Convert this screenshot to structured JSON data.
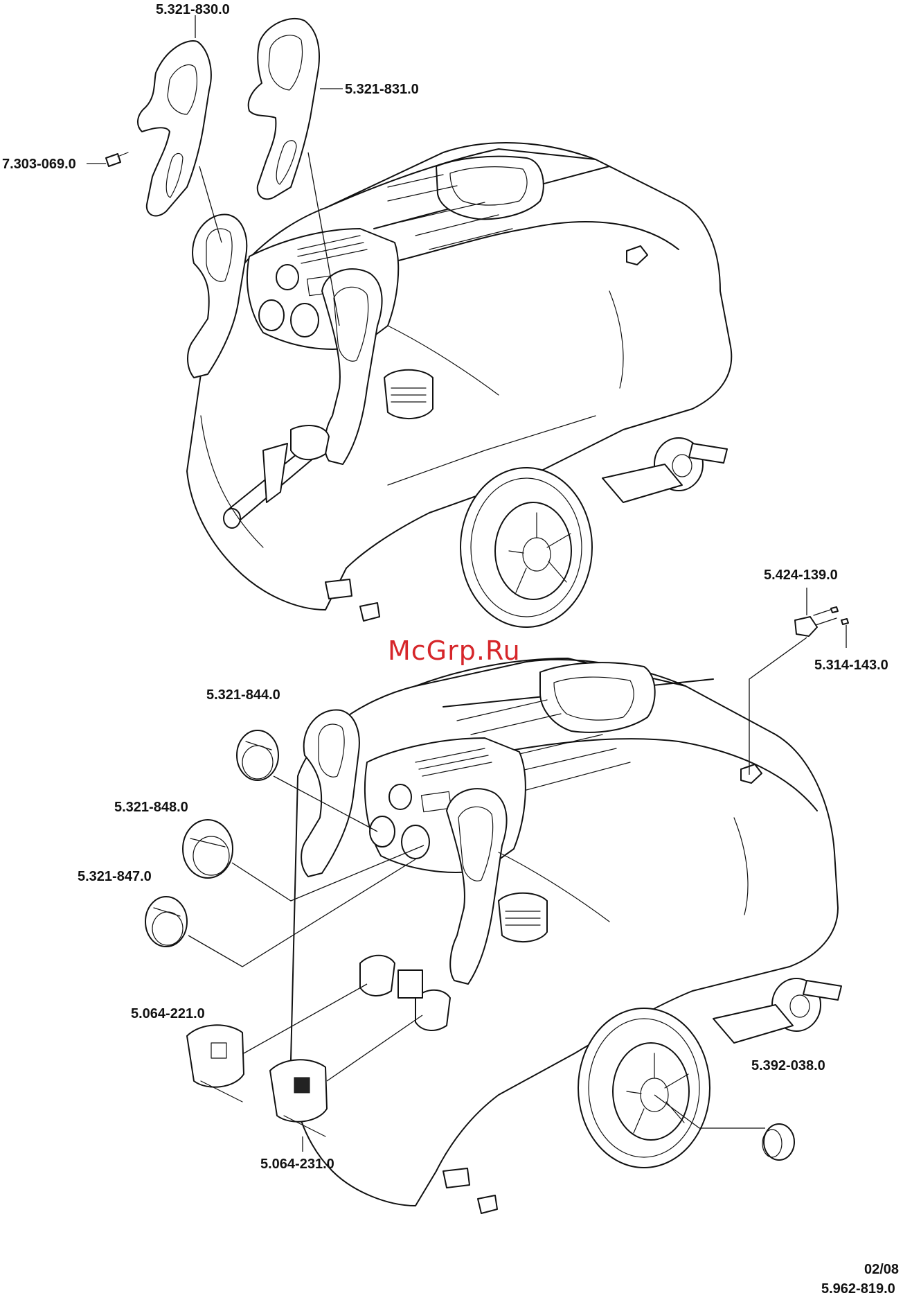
{
  "watermark": "McGrp.Ru",
  "parts": {
    "p_830": "5.321-830.0",
    "p_831": "5.321-831.0",
    "p_069": "7.303-069.0",
    "p_139": "5.424-139.0",
    "p_143": "5.314-143.0",
    "p_844": "5.321-844.0",
    "p_848": "5.321-848.0",
    "p_847": "5.321-847.0",
    "p_221": "5.064-221.0",
    "p_231": "5.064-231.0",
    "p_038": "5.392-038.0"
  },
  "footer": {
    "date": "02/08",
    "doc_number": "5.962-819.0"
  }
}
